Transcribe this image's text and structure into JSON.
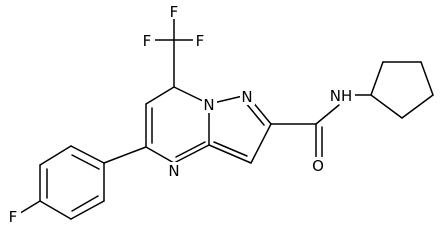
{
  "atoms": {
    "f_top_left": "F",
    "f_top_center": "F",
    "f_top_right": "F",
    "n_amide": "NH",
    "o_carbonyl": "O",
    "n_bridge": "N",
    "n_pyrazole": "N",
    "n_pyrimidine": "N",
    "f_aryl": "F"
  },
  "colors": {
    "bond": "#000000",
    "text": "#000000",
    "background": "#ffffff"
  }
}
